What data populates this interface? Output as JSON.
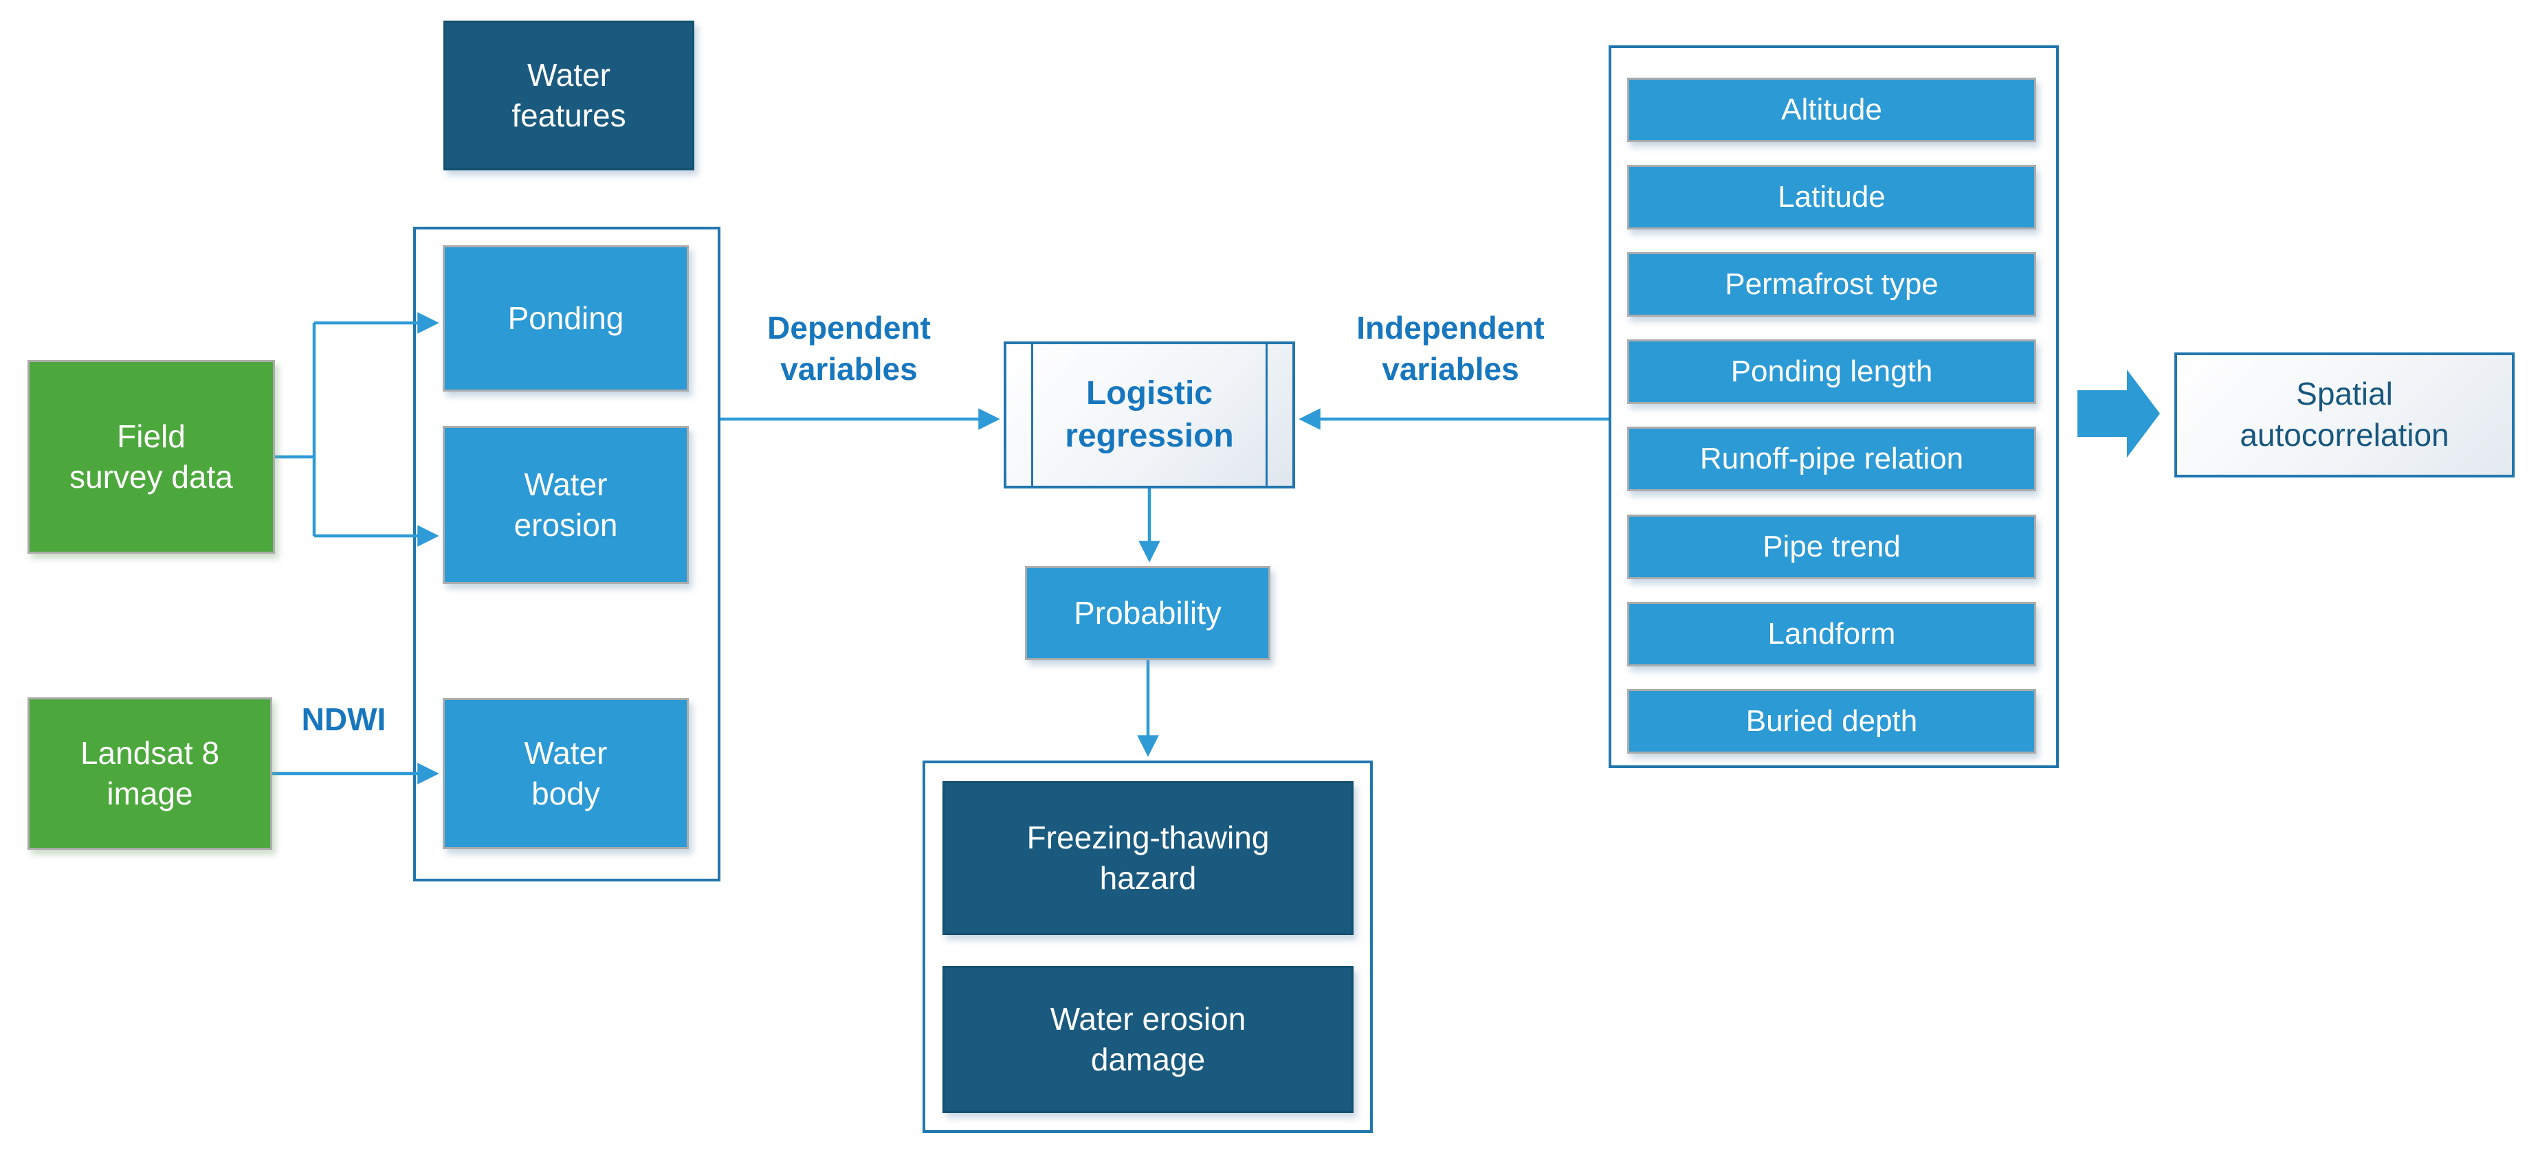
{
  "nodes": {
    "water_features": {
      "lines": [
        "Water",
        "features"
      ]
    },
    "field_survey_data": {
      "lines": [
        "Field",
        "survey data"
      ]
    },
    "landsat8_image": {
      "lines": [
        "Landsat 8",
        "image"
      ]
    },
    "ponding": {
      "label": "Ponding"
    },
    "water_erosion": {
      "lines": [
        "Water",
        "erosion"
      ]
    },
    "water_body": {
      "lines": [
        "Water",
        "body"
      ]
    },
    "logistic_regression": {
      "lines": [
        "Logistic",
        "regression"
      ]
    },
    "probability": {
      "label": "Probability"
    },
    "freezing_thawing_hazard": {
      "lines": [
        "Freezing-thawing",
        "hazard"
      ]
    },
    "water_erosion_damage": {
      "lines": [
        "Water erosion",
        "damage"
      ]
    },
    "spatial_autocorrelation": {
      "lines": [
        "Spatial",
        "autocorrelation"
      ]
    }
  },
  "edge_labels": {
    "dependent_variables": {
      "lines": [
        "Dependent",
        "variables"
      ]
    },
    "independent_variables": {
      "lines": [
        "Independent",
        "variables"
      ]
    },
    "ndwi": "NDWI"
  },
  "independent_items": [
    "Altitude",
    "Latitude",
    "Permafrost type",
    "Ponding length",
    "Runoff-pipe relation",
    "Pipe trend",
    "Landform",
    "Buried depth"
  ],
  "colors": {
    "light_blue": "#2B9AD5",
    "dark_blue": "#1A5A7E",
    "green": "#4CA83C",
    "connector": "#2E9BD6",
    "border_blue": "#2176AE",
    "label_blue": "#1777BE",
    "navy_text": "#17567D",
    "box_border_gray": "#ACACAC"
  }
}
